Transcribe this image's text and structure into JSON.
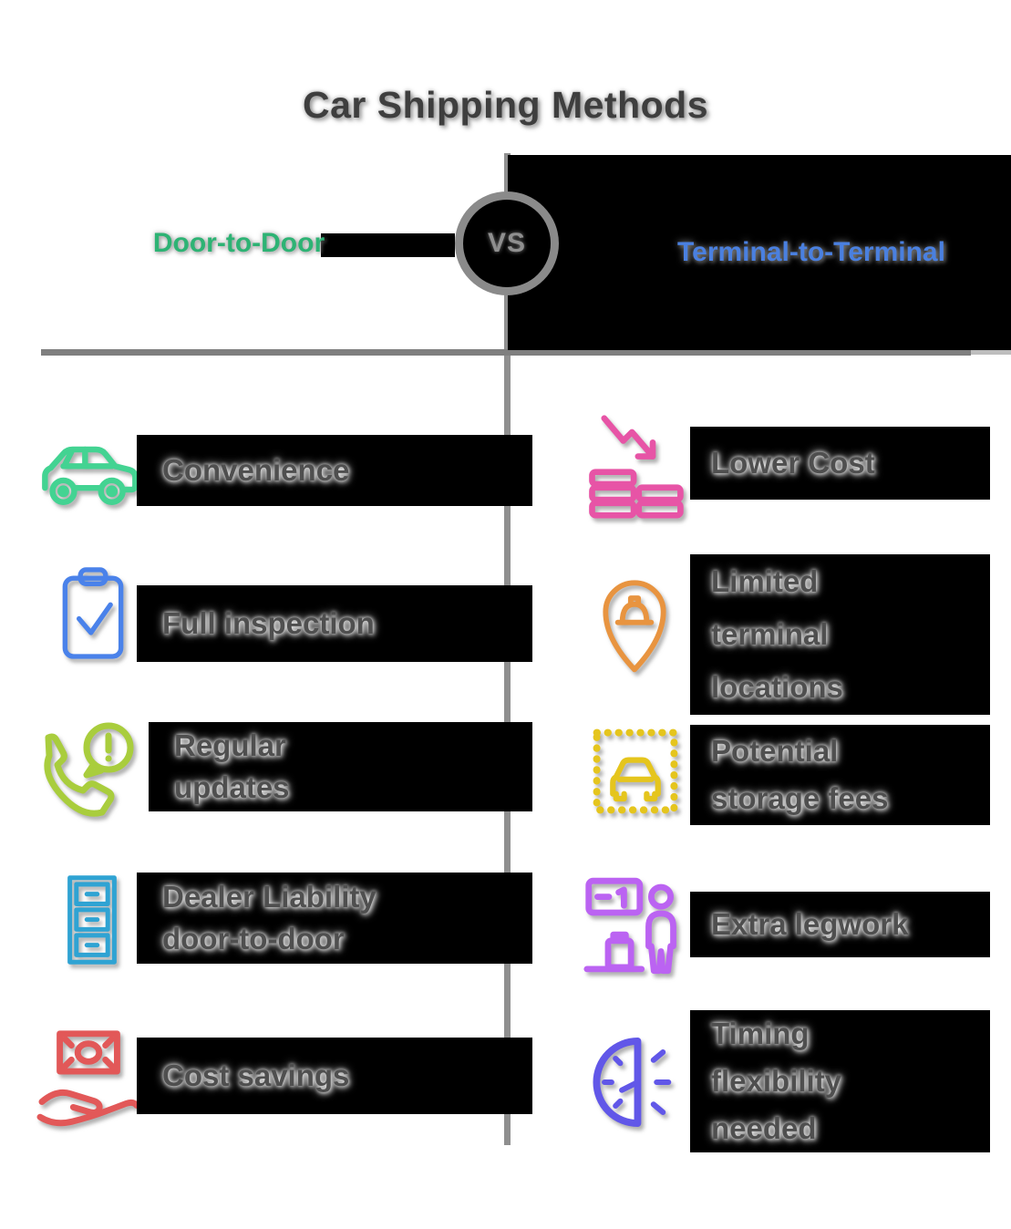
{
  "title": "Car Shipping Methods",
  "vs_badge": {
    "label": "VS"
  },
  "colors": {
    "title": "#3e3e3e",
    "divider": "#8f8f8f",
    "band_background": "#000000",
    "item_label": "#4f4f4f"
  },
  "left_column": {
    "header": "Door-to-Door",
    "header_color": "#2db374",
    "items": [
      {
        "label": "Convenience",
        "lines": [
          "Convenience"
        ],
        "icon": "car-icon",
        "icon_color": "#43d392"
      },
      {
        "label": "Full inspection",
        "lines": [
          "Full inspection"
        ],
        "icon": "clipboard-check-icon",
        "icon_color": "#4a82ea"
      },
      {
        "label": "Regular updates",
        "lines": [
          "Regular",
          "updates"
        ],
        "icon": "phone-alert-icon",
        "icon_color": "#a9cd3d"
      },
      {
        "label": "Dealer Liability door-to-door",
        "lines": [
          "Dealer Liability",
          "door-to-door"
        ],
        "icon": "cabinet-icon",
        "icon_color": "#2fa3d3"
      },
      {
        "label": "Cost savings",
        "lines": [
          "Cost savings"
        ],
        "icon": "hand-money-icon",
        "icon_color": "#e25858"
      }
    ]
  },
  "right_column": {
    "header": "Terminal-to-Terminal",
    "header_color": "#4a80e0",
    "items": [
      {
        "label": "Lower Cost",
        "lines": [
          "Lower Cost"
        ],
        "icon": "coins-arrow-down-icon",
        "icon_color": "#e754a6"
      },
      {
        "label": "Limited terminal locations",
        "lines": [
          "Limited",
          "terminal",
          "locations"
        ],
        "icon": "terminal-pin-icon",
        "icon_color": "#e89440"
      },
      {
        "label": "Potential storage fees",
        "lines": [
          "Potential",
          "storage fees"
        ],
        "icon": "storage-car-icon",
        "icon_color": "#e5c51d"
      },
      {
        "label": "Extra legwork",
        "lines": [
          "Extra legwork"
        ],
        "icon": "person-luggage-icon",
        "icon_color": "#bb63f2"
      },
      {
        "label": "Timing flexibility needed",
        "lines": [
          "Timing",
          "flexibility",
          "needed"
        ],
        "icon": "half-clock-icon",
        "icon_color": "#6157e8"
      }
    ]
  }
}
